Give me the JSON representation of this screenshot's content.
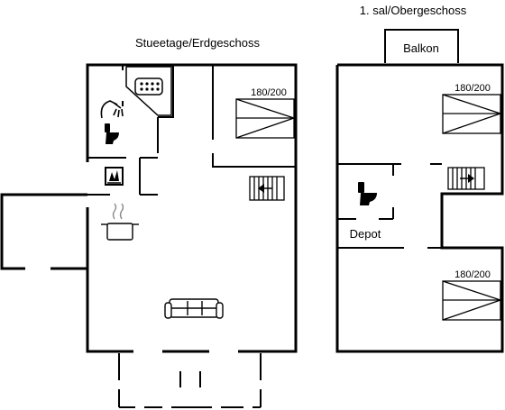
{
  "ground_floor": {
    "title": "Stueetage/Erdgeschoss",
    "bed_size": "180/200"
  },
  "upper_floor": {
    "title": "1. sal/Obergeschoss",
    "balcony_label": "Balkon",
    "depot_label": "Depot",
    "bed_size_top": "180/200",
    "bed_size_bottom": "180/200"
  }
}
